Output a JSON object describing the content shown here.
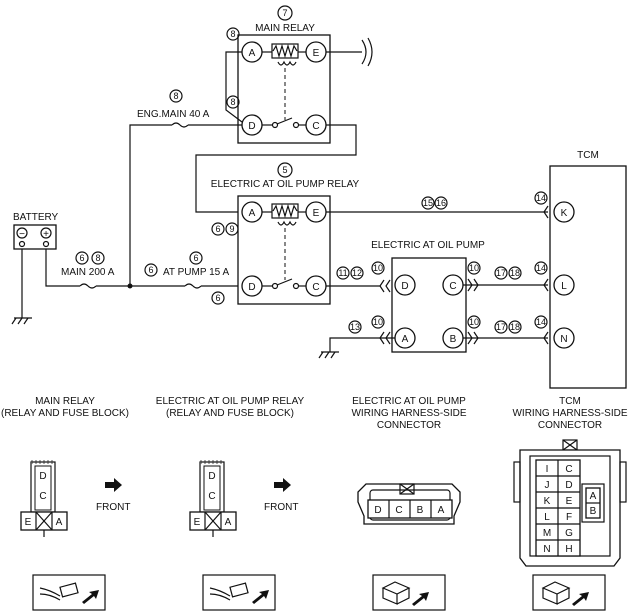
{
  "diagram": {
    "main_relay": {
      "label": "MAIN RELAY",
      "ref": "7",
      "terms": [
        "A",
        "E",
        "D",
        "C"
      ],
      "refs": [
        "8",
        "8"
      ]
    },
    "fuses": {
      "eng_main": {
        "label": "ENG.MAIN 40 A",
        "ref": "8"
      },
      "main": {
        "label": "MAIN 200 A",
        "refs": [
          "6",
          "8"
        ]
      },
      "at_pump": {
        "label": "AT PUMP 15 A",
        "ref": "6",
        "ref2": "6"
      }
    },
    "battery": {
      "label": "BATTERY",
      "minus": "−",
      "plus": "+"
    },
    "pump_relay": {
      "label": "ELECTRIC AT OIL PUMP RELAY",
      "ref": "5",
      "terms": [
        "A",
        "E",
        "D",
        "C"
      ],
      "refs": [
        "6",
        "9"
      ],
      "ref_bottom": "6"
    },
    "pump": {
      "label": "ELECTRIC AT OIL PUMP",
      "terms": [
        "D",
        "C",
        "A",
        "B"
      ]
    },
    "tcm": {
      "label": "TCM",
      "terms": [
        "K",
        "L",
        "N"
      ]
    },
    "wire_refs": {
      "r15": "15",
      "r16": "16",
      "r11": "11",
      "r12": "12",
      "r10": "10",
      "r17": "17",
      "r18": "18",
      "r14": "14",
      "r13": "13"
    }
  },
  "connectors": {
    "main_relay": {
      "title1": "MAIN RELAY",
      "title2": "(RELAY AND FUSE BLOCK)",
      "pins": [
        "D",
        "C",
        "E",
        "A"
      ]
    },
    "pump_relay": {
      "title1": "ELECTRIC AT OIL PUMP RELAY",
      "title2": "(RELAY AND FUSE BLOCK)",
      "pins": [
        "D",
        "C",
        "E",
        "A"
      ]
    },
    "pump_conn": {
      "title1": "ELECTRIC AT OIL PUMP",
      "title2": "WIRING HARNESS-SIDE",
      "title3": "CONNECTOR",
      "pins": [
        "D",
        "C",
        "B",
        "A"
      ]
    },
    "tcm_conn": {
      "title1": "TCM",
      "title2": "WIRING HARNESS-SIDE",
      "title3": "CONNECTOR",
      "left": [
        "I",
        "J",
        "K",
        "L",
        "M",
        "N"
      ],
      "right": [
        "C",
        "D",
        "E",
        "F",
        "G",
        "H"
      ],
      "inner": [
        "A",
        "B"
      ]
    },
    "front": "FRONT"
  }
}
